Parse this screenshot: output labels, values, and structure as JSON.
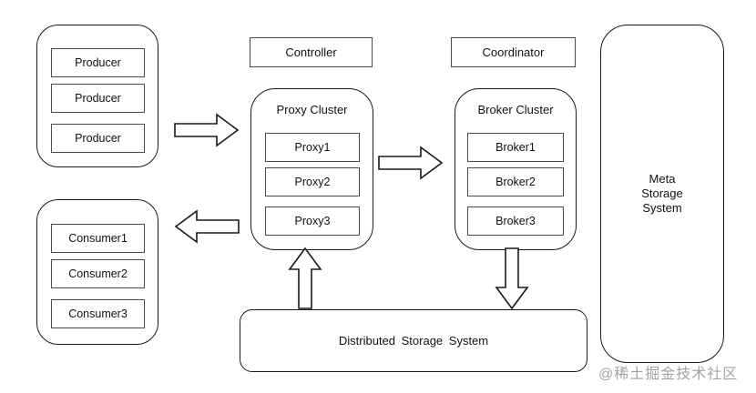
{
  "diagram": {
    "producers": {
      "items": [
        "Producer",
        "Producer",
        "Producer"
      ]
    },
    "consumers": {
      "items": [
        "Consumer1",
        "Consumer2",
        "Consumer3"
      ]
    },
    "controller": {
      "label": "Controller"
    },
    "coordinator": {
      "label": "Coordinator"
    },
    "proxy_cluster": {
      "title": "Proxy Cluster",
      "items": [
        "Proxy1",
        "Proxy2",
        "Proxy3"
      ]
    },
    "broker_cluster": {
      "title": "Broker Cluster",
      "items": [
        "Broker1",
        "Broker2",
        "Broker3"
      ]
    },
    "meta_storage": {
      "line1": "Meta",
      "line2": "Storage",
      "line3": "System"
    },
    "distributed_storage": {
      "label": "Distributed Storage System"
    },
    "watermark": "@稀土掘金技术社区",
    "colors": {
      "background": "#ffffff",
      "group_stroke": "#1a1a1a",
      "node_stroke": "#4a4a4a",
      "text": "#111111",
      "watermark": "#a3a3a3"
    }
  }
}
